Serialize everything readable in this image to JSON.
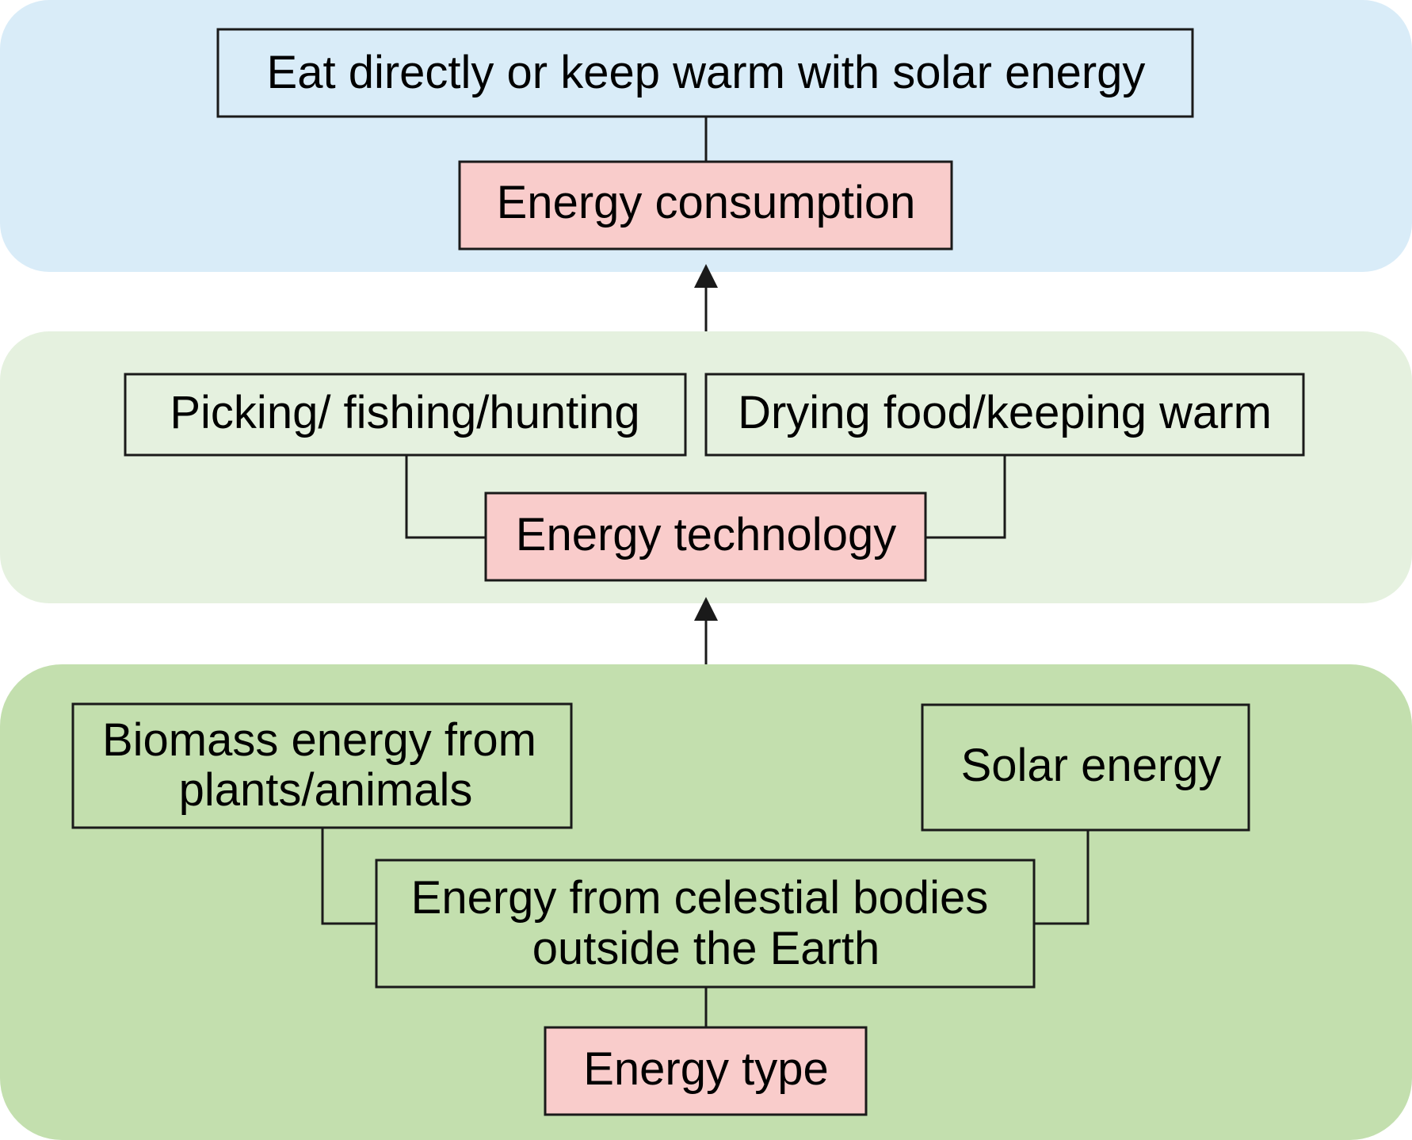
{
  "colors": {
    "panel_consumption": "#d9ecf8",
    "panel_technology": "#e5f1df",
    "panel_type": "#c3dfae",
    "category_box": "#f9cccb",
    "item_box_on_blue": "#d9ecf8",
    "item_box_on_lightgreen": "#e5f1df",
    "item_box_on_green": "#c3dfae",
    "line": "#1a1a1a"
  },
  "consumption": {
    "category": "Energy consumption",
    "item": "Eat directly or keep warm with solar energy"
  },
  "technology": {
    "category": "Energy technology",
    "items": [
      "Picking/ fishing/hunting",
      "Drying food/keeping warm"
    ]
  },
  "energy_type": {
    "category": "Energy type",
    "source_lines": [
      "Energy from celestial bodies",
      "outside the Earth"
    ],
    "biomass_lines": [
      "Biomass energy from",
      "plants/animals"
    ],
    "solar": "Solar energy"
  }
}
